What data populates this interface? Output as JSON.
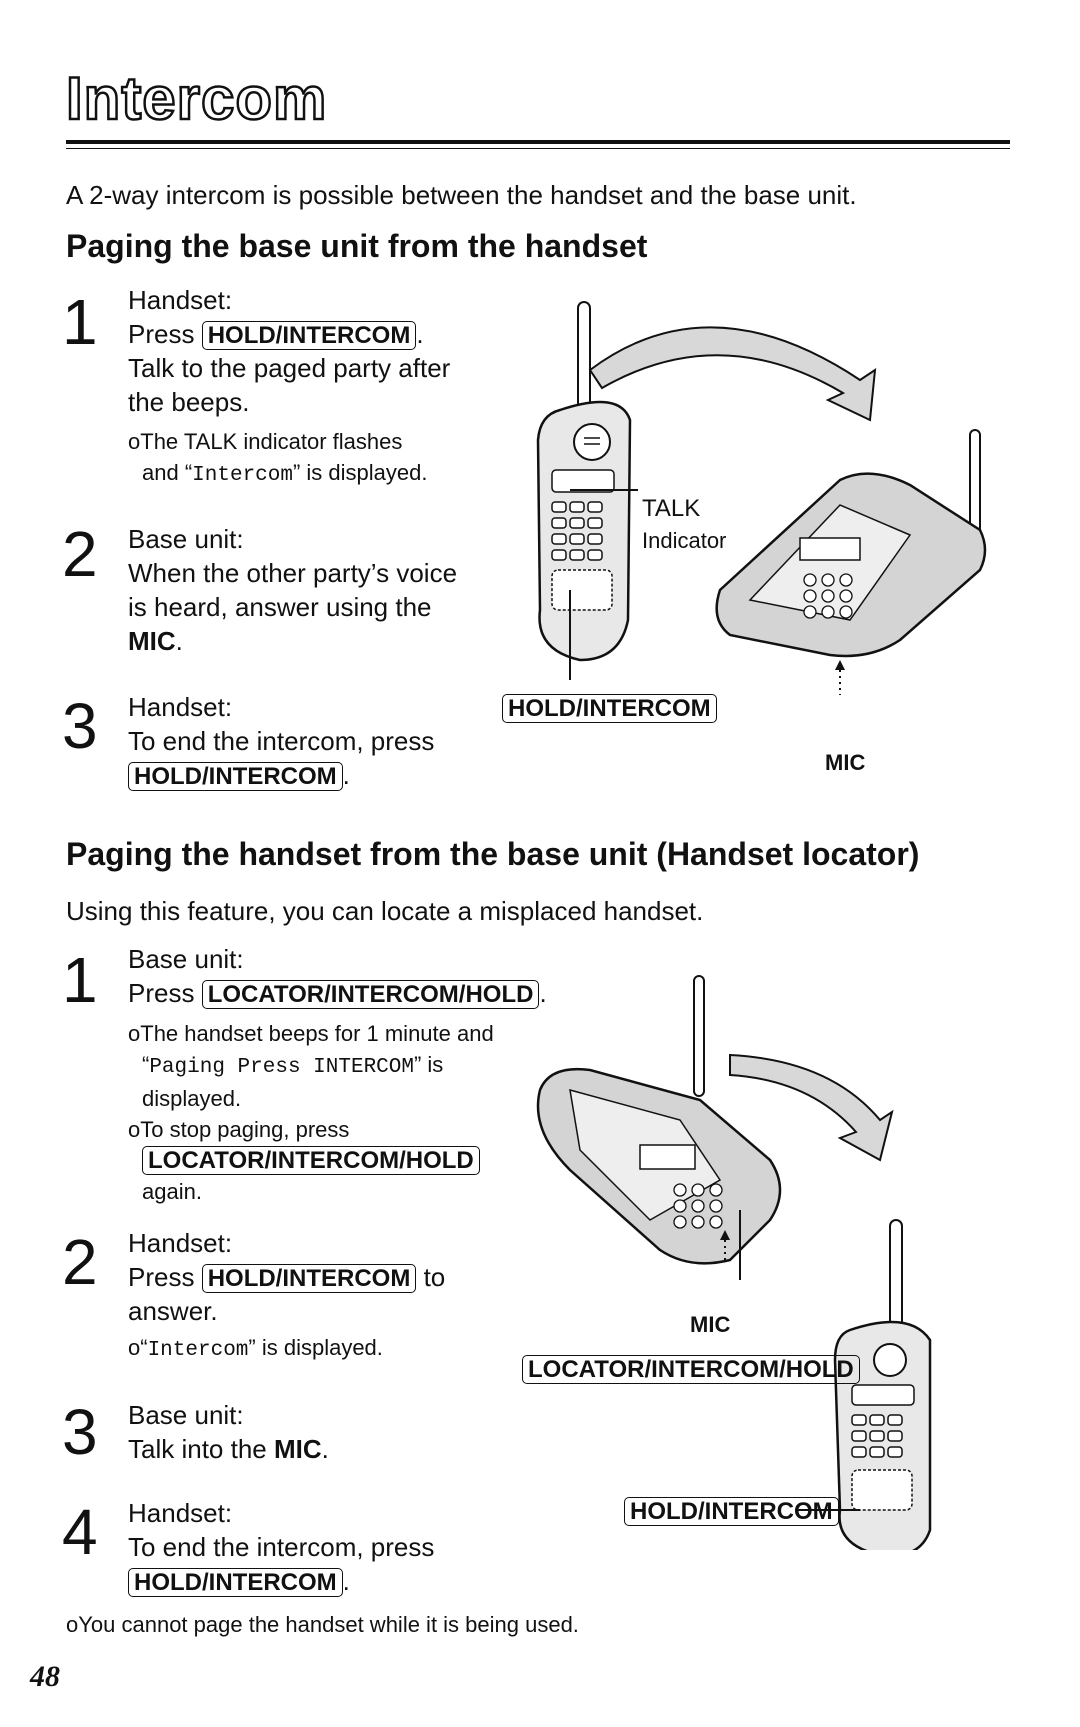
{
  "title": "Intercom",
  "intro": "A 2-way intercom is possible between the handset and the base unit.",
  "section1": {
    "heading": "Paging the base unit from the handset",
    "steps": [
      {
        "num": "1",
        "label": "Handset:",
        "pre": "Press ",
        "key": "HOLD/INTERCOM",
        "post": ".",
        "line3": "Talk to the paged party after",
        "line4": "the beeps.",
        "note1_pre": "The TALK indicator flashes",
        "note2_pre": "and “",
        "note2_mono": "Intercom",
        "note2_post": "” is displayed."
      },
      {
        "num": "2",
        "label": "Base unit:",
        "line2": "When the other party’s voice",
        "line3": "is heard, answer using the",
        "bold": "MIC",
        "post": "."
      },
      {
        "num": "3",
        "label": "Handset:",
        "line2": "To end the intercom, press",
        "key": "HOLD/INTERCOM",
        "post": "."
      }
    ],
    "figure": {
      "talk_label": "TALK",
      "indicator_label": "Indicator",
      "key_label": "HOLD/INTERCOM",
      "mic_label": "MIC"
    }
  },
  "section2": {
    "heading": "Paging the handset from the base unit (Handset locator)",
    "intro": "Using this feature, you can locate a misplaced handset.",
    "steps": [
      {
        "num": "1",
        "label": "Base unit:",
        "pre": "Press ",
        "key": "LOCATOR/INTERCOM/HOLD",
        "post": ".",
        "note1": "The handset beeps for 1 minute and",
        "note2_mono": "Paging Press INTERCOM",
        "note2_post": "” is",
        "note3": "displayed.",
        "note4": "To stop paging, press",
        "key2": "LOCATOR/INTERCOM/HOLD",
        "note6": "again."
      },
      {
        "num": "2",
        "label": "Handset:",
        "pre": "Press ",
        "key": "HOLD/INTERCOM",
        "post": " to",
        "line3": "answer.",
        "note_mono": "Intercom",
        "note_post": "” is displayed."
      },
      {
        "num": "3",
        "label": "Base unit:",
        "pre": "Talk into the ",
        "bold": "MIC",
        "post": "."
      },
      {
        "num": "4",
        "label": "Handset:",
        "line2": "To end the intercom, press",
        "key": "HOLD/INTERCOM",
        "post": "."
      }
    ],
    "figure": {
      "mic_label": "MIC",
      "key1_label": "LOCATOR/INTERCOM/HOLD",
      "key2_label": "HOLD/INTERCOM"
    }
  },
  "footnote": "You cannot page the handset while it is being used.",
  "page_number": "48",
  "bullet": "o"
}
